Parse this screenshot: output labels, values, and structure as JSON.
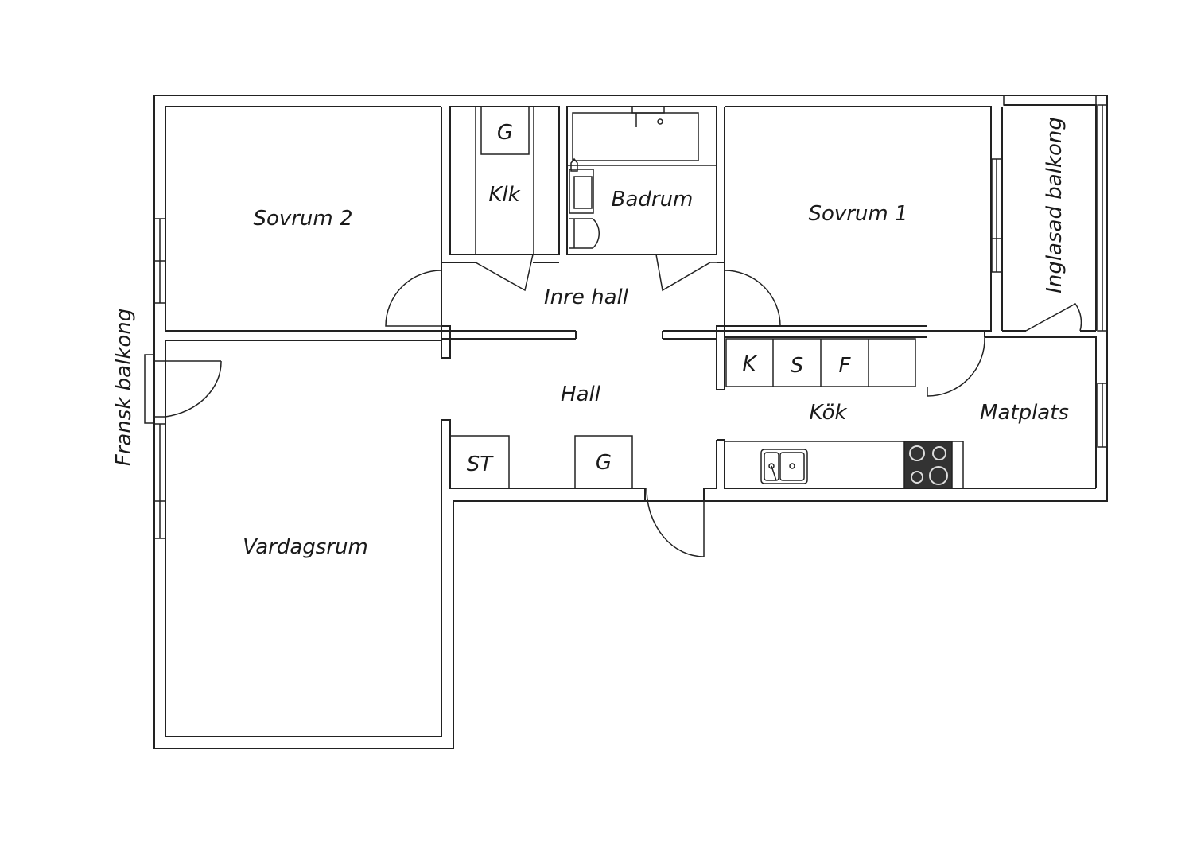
{
  "rooms": {
    "sovrum2": "Sovrum 2",
    "sovrum1": "Sovrum 1",
    "klk": "Klk",
    "badrum": "Badrum",
    "inre_hall": "Inre hall",
    "hall": "Hall",
    "kok": "Kök",
    "matplats": "Matplats",
    "vardagsrum": "Vardagsrum",
    "inglasad_balkong": "Inglasad balkong",
    "fransk_balkong": "Fransk balkong"
  },
  "fixtures": {
    "klk_storage": "G",
    "fridge_k": "K",
    "stove_s": "S",
    "freezer_f": "F",
    "hall_st": "ST",
    "hall_g": "G"
  },
  "colors": {
    "line": "#222222",
    "background": "#ffffff",
    "stove": "#333333"
  }
}
